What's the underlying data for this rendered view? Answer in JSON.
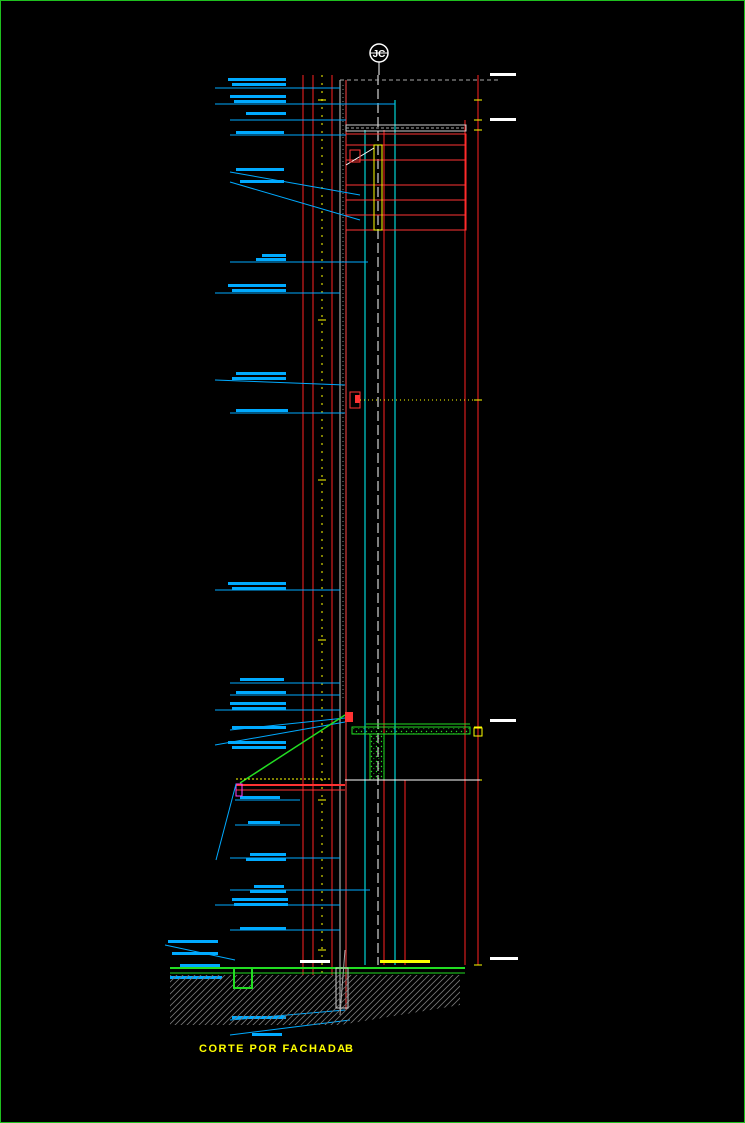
{
  "drawing": {
    "title": "CORTE POR FACHADA",
    "title_suffix": "B",
    "section_tag": "JC"
  },
  "colors": {
    "background": "#000000",
    "frame": "#1fbf1f",
    "notes": "#00aaff",
    "dimension": "#ff2222",
    "structure": "#ff3333",
    "glass": "#00ffff",
    "ground": "#22dd22",
    "title": "#ffff00"
  }
}
